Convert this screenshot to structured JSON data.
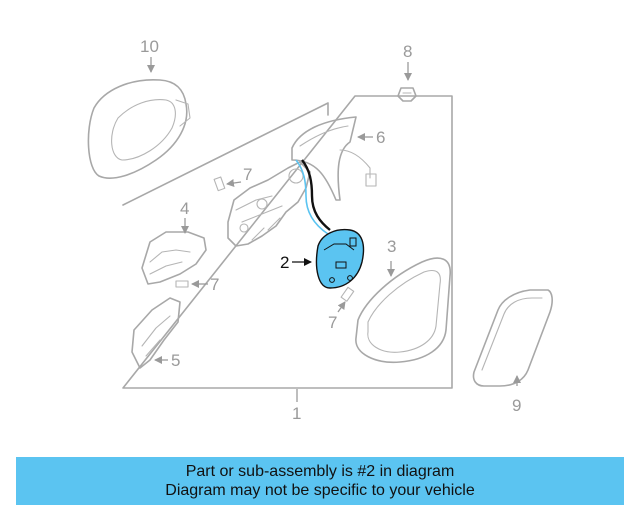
{
  "callouts": {
    "c1": "1",
    "c2": "2",
    "c3": "3",
    "c4": "4",
    "c5": "5",
    "c6": "6",
    "c7a": "7",
    "c7b": "7",
    "c7c": "7",
    "c8": "8",
    "c9": "9",
    "c10": "10"
  },
  "highlight_part": "2",
  "colors": {
    "highlight_fill": "#5bc4f1",
    "banner_bg": "#5bc4f1",
    "line_art": "#a8a8a8"
  },
  "banner": {
    "line1": "Part or sub-assembly is #2 in diagram",
    "line2": "Diagram may not be specific to your vehicle"
  }
}
